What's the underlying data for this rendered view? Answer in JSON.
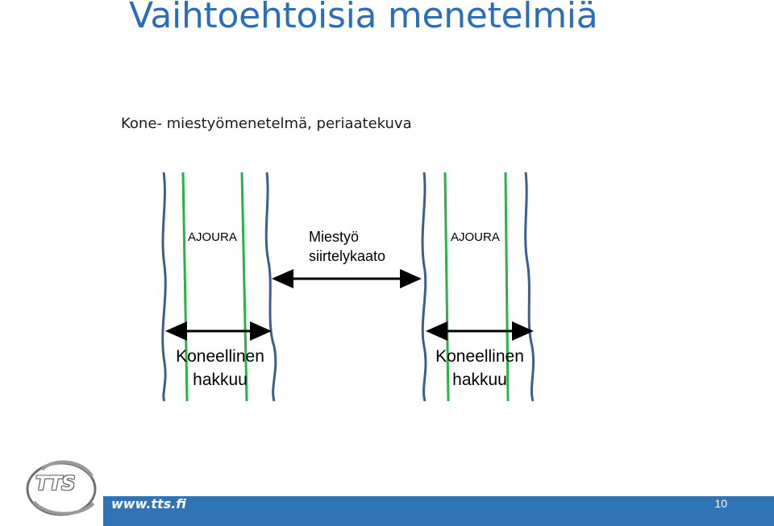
{
  "slide": {
    "title": "Vaihtoehtoisia menetelmiä",
    "subtitle": "Kone- miestyömenetelmä, periaatekuva"
  },
  "diagram": {
    "left_strip_label": "AJOURA",
    "right_strip_label": "AJOURA",
    "middle_label": [
      "Miestyö",
      "siirtelykaato"
    ],
    "left_bottom_label": [
      "Koneellinen",
      "hakkuu"
    ],
    "right_bottom_label": [
      "Koneellinen",
      "hakkuu"
    ],
    "colors": {
      "edge": "#3a5f8f",
      "trail": "#2bb04a",
      "arrow": "#000000"
    }
  },
  "footer": {
    "logo_text": "TTS",
    "url": "www.tts.fi",
    "page_number": "10",
    "bar_color": "#2f74b5"
  }
}
